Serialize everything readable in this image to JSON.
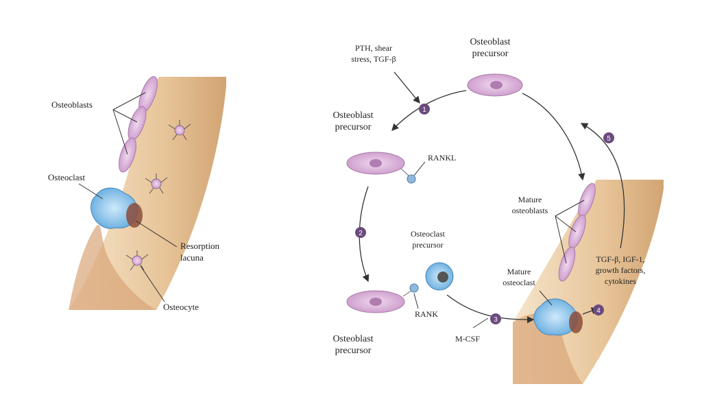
{
  "left_panel": {
    "labels": {
      "osteoblasts": "Osteoblasts",
      "osteoclast": "Osteoclast",
      "resorption_1": "Resorption",
      "resorption_2": "lacuna",
      "osteocyte": "Osteocyte"
    }
  },
  "right_panel": {
    "labels": {
      "stimuli_1": "PTH, shear",
      "stimuli_2": "stress, TGF-β",
      "ob_precursor_top_1": "Osteoblast",
      "ob_precursor_top_2": "precursor",
      "ob_precursor_mid_1": "Osteoblast",
      "ob_precursor_mid_2": "precursor",
      "rankl": "RANKL",
      "oc_precursor_1": "Osteoclast",
      "oc_precursor_2": "precursor",
      "rank": "RANK",
      "ob_precursor_bottom_1": "Osteoblast",
      "ob_precursor_bottom_2": "precursor",
      "mcsf": "M-CSF",
      "mature_ob_1": "Mature",
      "mature_ob_2": "osteoblasts",
      "mature_oc_1": "Mature",
      "mature_oc_2": "osteoclast",
      "factors_1": "TGF-β, IGF-1,",
      "factors_2": "growth factors,",
      "factors_3": "cytokines"
    },
    "steps": [
      "1",
      "2",
      "3",
      "4",
      "5"
    ]
  },
  "colors": {
    "bone": "#e9c9a0",
    "bone_dark": "#c99a6a",
    "osteoblast": "#d9b0d8",
    "osteoclast": "#7fbce6",
    "step_circle": "#6b4a7e",
    "arrow": "#333333"
  }
}
